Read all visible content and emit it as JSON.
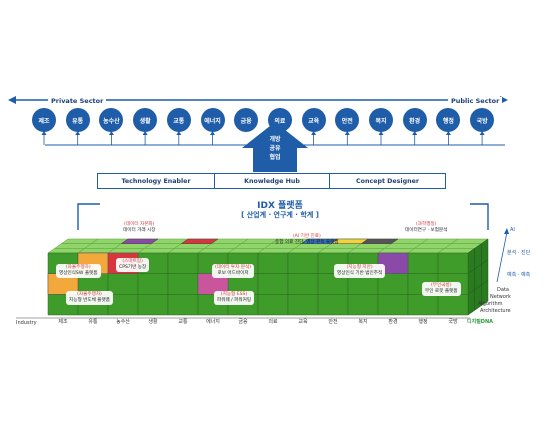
{
  "top": {
    "left_label": "Private Sector",
    "right_label": "Public Sector",
    "industries": [
      "제조",
      "유통",
      "농수산",
      "생활",
      "교통",
      "에너지",
      "금융",
      "의료",
      "교육",
      "안전",
      "복지",
      "환경",
      "행정",
      "국방"
    ]
  },
  "arrow": {
    "lines": [
      "개방",
      "공유",
      "협업"
    ]
  },
  "layers": [
    "Technology Enabler",
    "Knowledge Hub",
    "Concept Designer"
  ],
  "platform": {
    "title": "IDX 플랫폼",
    "subtitle": "[ 산업계 · 연구계 · 학계 ]"
  },
  "callouts": [
    {
      "category": "(데이터 자본화)",
      "text": "데이터 거래 시장"
    },
    {
      "category": "(AI 기반 진료)",
      "text": "종합 의료 진단, 영상 판독 플랫폼"
    },
    {
      "category": "(과학행정)",
      "text": "데이터연구 · 보험분석"
    },
    {
      "category": "(스마트팜)",
      "text": "CPS기반 농장"
    },
    {
      "category": "(자율주행차)",
      "text": "영상인식SW 플랫폼"
    },
    {
      "category": "(데이터 투자 분석)",
      "text": "로보 어드바이저"
    },
    {
      "category": "(지능형 지안)",
      "text": "영상인식 기반 범인추적"
    },
    {
      "category": "(자율주행차)",
      "text": "지능형 반도체 플랫폼"
    },
    {
      "category": "(지능형 ESS)",
      "text": "파워웨 / 파워커팅"
    },
    {
      "category": "(무인국방)",
      "text": "무인 로봇 플랫폼"
    }
  ],
  "x_axis": {
    "name": "Industry",
    "labels": [
      "제조",
      "유통",
      "농수산",
      "생활",
      "교통",
      "에너지",
      "금융",
      "의료",
      "교육",
      "안전",
      "복지",
      "환경",
      "행정",
      "국방"
    ]
  },
  "depth_axis": {
    "labels": [
      "Data",
      "Network",
      "Algorithm",
      "Architecture"
    ],
    "dna_label": "디지털DNA"
  },
  "right_axis": {
    "labels": [
      "AI",
      "분석 · 진단",
      "예측 · 예측"
    ]
  },
  "colors": {
    "navy": "#1f5da8",
    "green_front": "#3f9b2a",
    "green_top": "#8fd56a",
    "green_side": "#2a7a1f",
    "dna_green": "#2e9a3c"
  }
}
